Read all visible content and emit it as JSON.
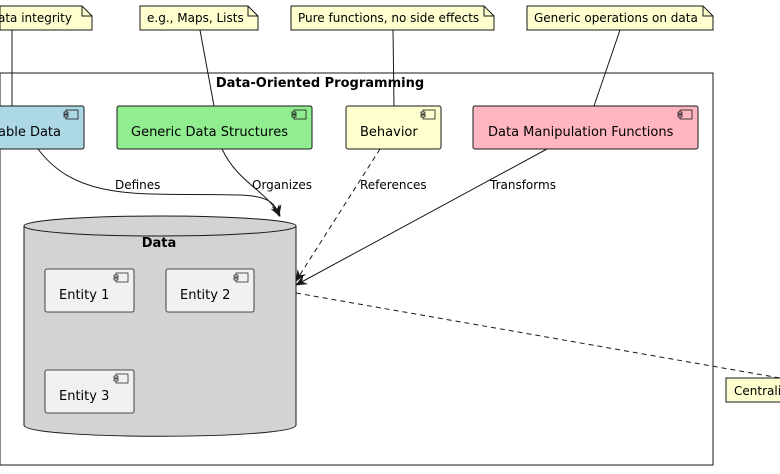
{
  "package": {
    "title": "Data-Oriented Programming"
  },
  "components": [
    {
      "label": "able Data",
      "color": "#add8e6"
    },
    {
      "label": "Generic Data Structures",
      "color": "#90ee90"
    },
    {
      "label": "Behavior",
      "color": "#fefece"
    },
    {
      "label": "Data Manipulation Functions",
      "color": "#ffb6c1"
    }
  ],
  "notes": [
    "ata integrity",
    "e.g., Maps, Lists",
    "Pure functions, no side effects",
    "Generic operations on data",
    "Centrali"
  ],
  "database": {
    "title": "Data",
    "entities": [
      "Entity 1",
      "Entity 2",
      "Entity 3"
    ]
  },
  "edges": [
    "Defines",
    "Organizes",
    "References",
    "Transforms"
  ],
  "colors": {
    "note": "#fefece",
    "line": "#181818",
    "db": "#d3d3d3",
    "entity": "#f1f1f1"
  }
}
